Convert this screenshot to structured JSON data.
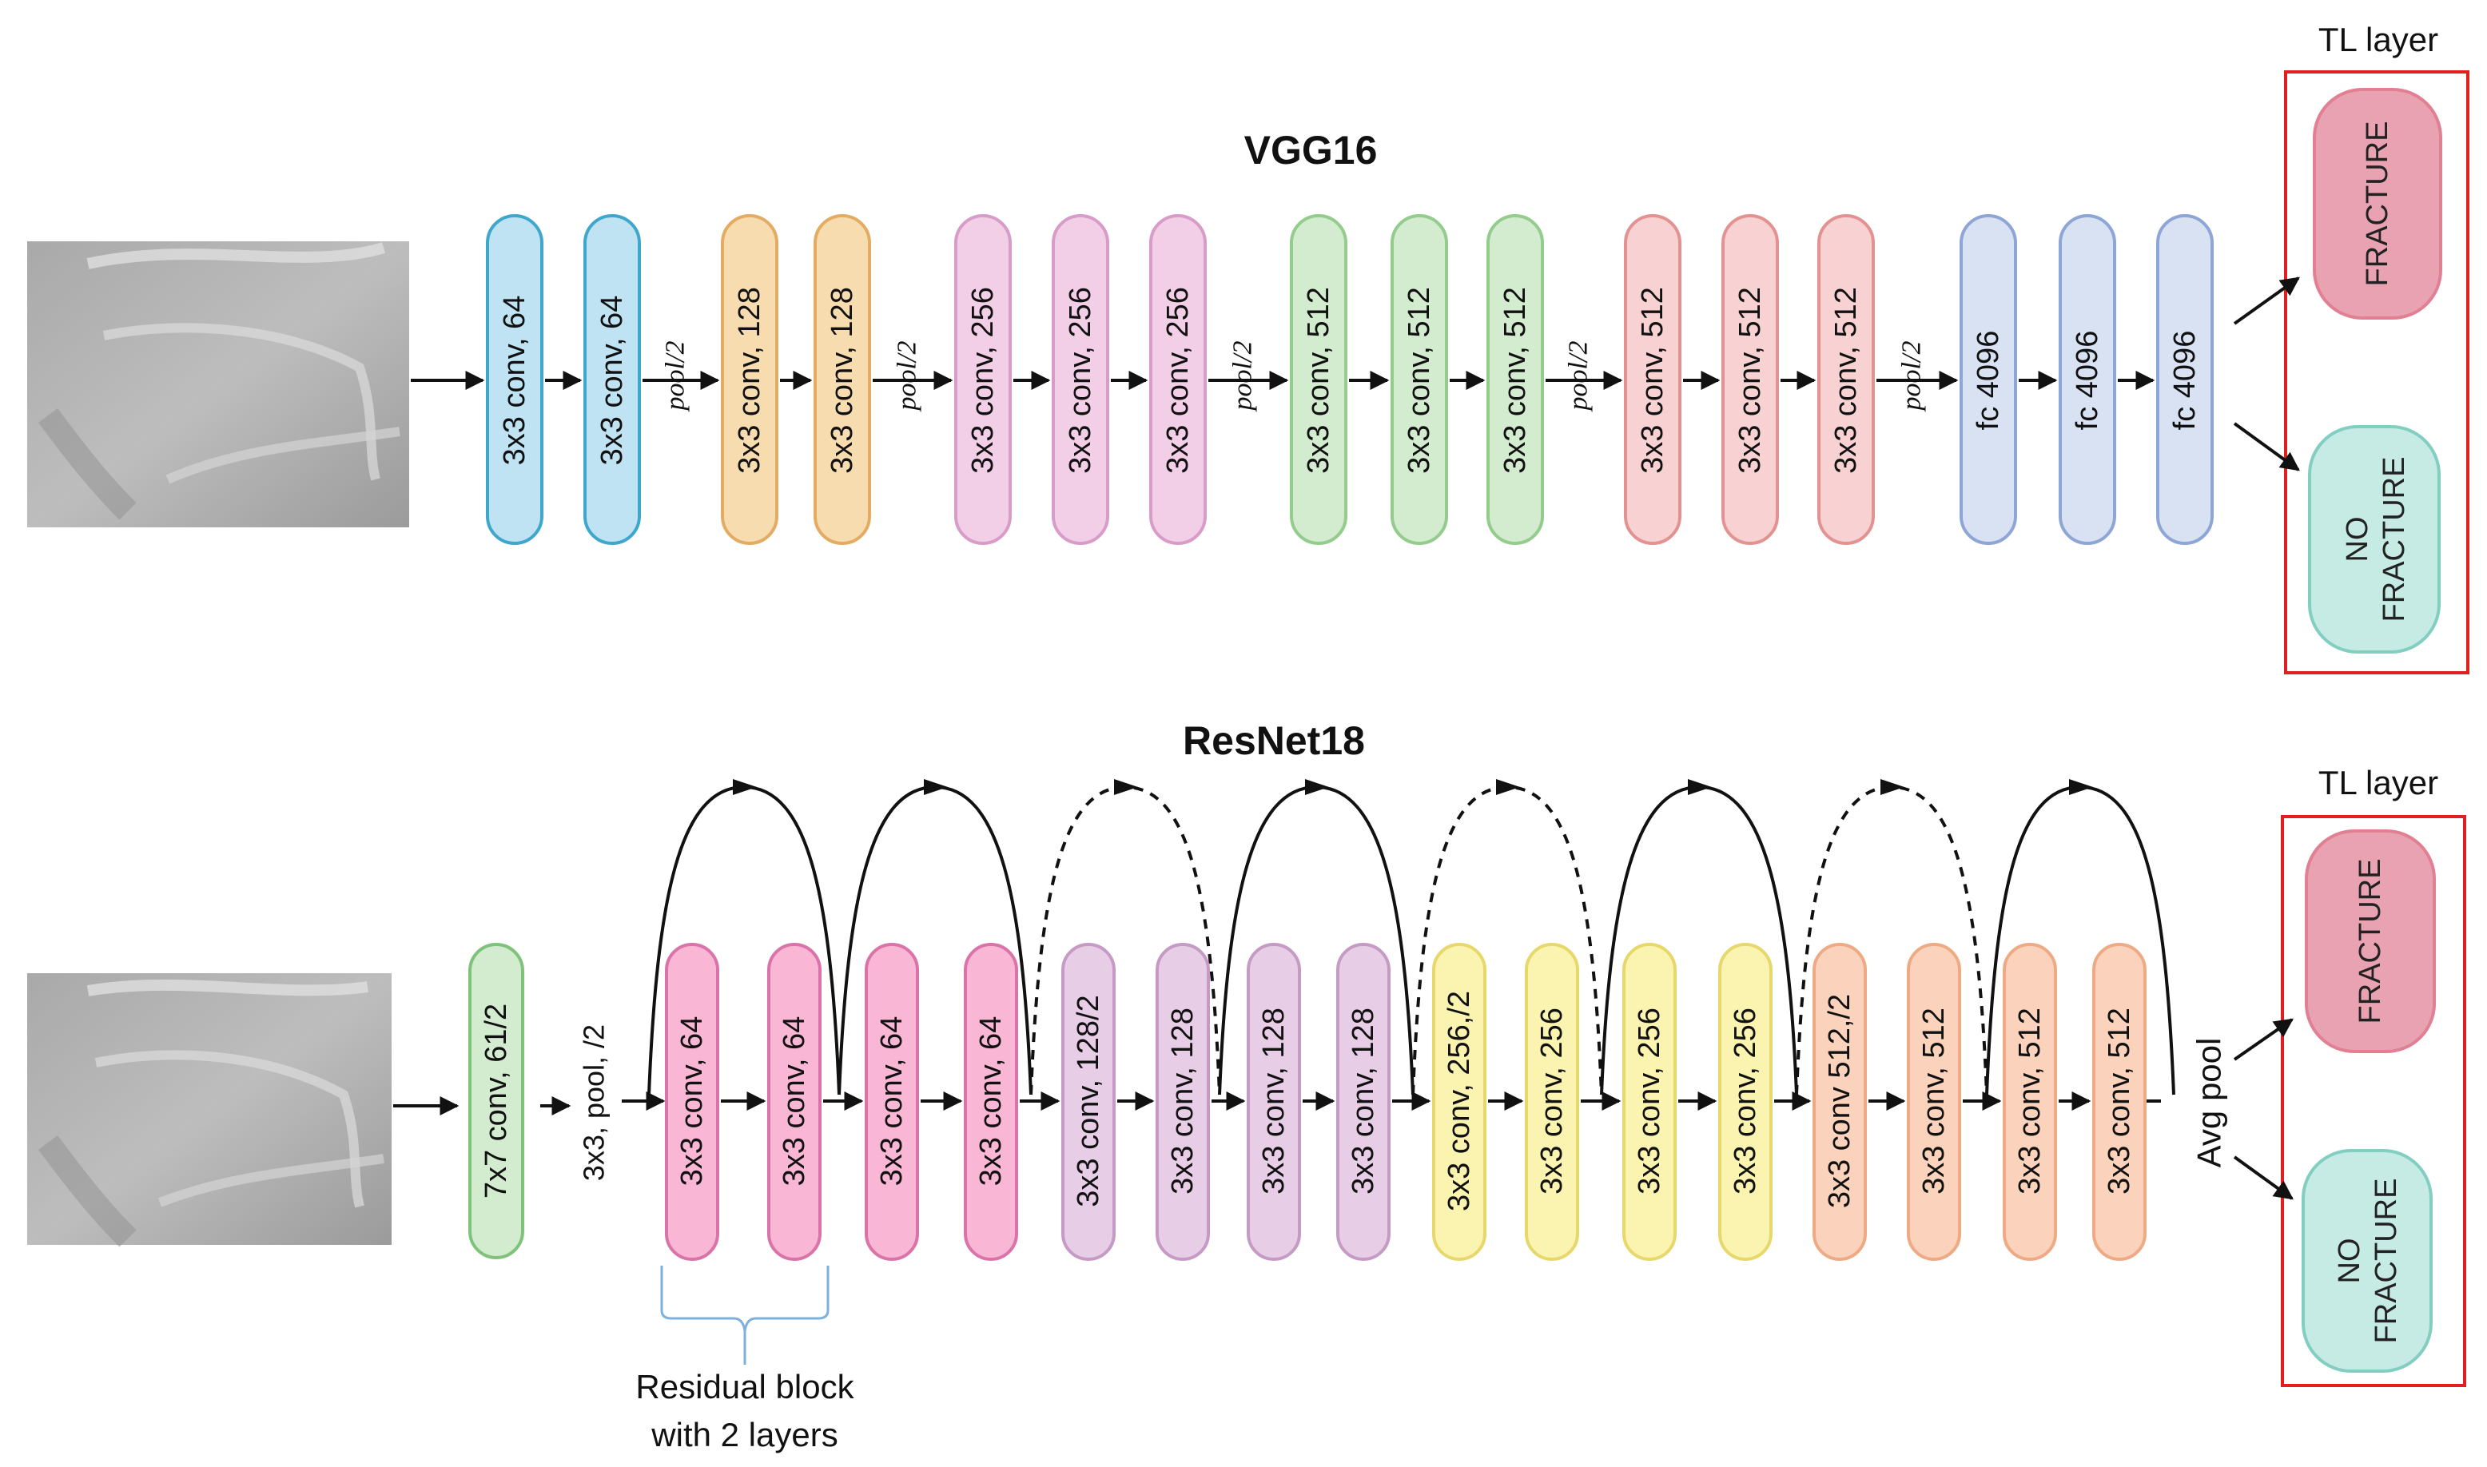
{
  "vgg": {
    "title": "VGG16",
    "tl_label": "TL layer",
    "layers": [
      {
        "label": "3x3 conv, 64",
        "fill": "#bfe3f3",
        "stroke": "#3fa6cc"
      },
      {
        "label": "3x3 conv, 64",
        "fill": "#bfe3f3",
        "stroke": "#3fa6cc"
      },
      {
        "label": "3x3 conv, 128",
        "fill": "#f7dcb0",
        "stroke": "#e3ac62"
      },
      {
        "label": "3x3 conv, 128",
        "fill": "#f7dcb0",
        "stroke": "#e3ac62"
      },
      {
        "label": "3x3 conv, 256",
        "fill": "#f3cfe7",
        "stroke": "#d89cc9"
      },
      {
        "label": "3x3 conv, 256",
        "fill": "#f3cfe7",
        "stroke": "#d89cc9"
      },
      {
        "label": "3x3 conv, 256",
        "fill": "#f3cfe7",
        "stroke": "#d89cc9"
      },
      {
        "label": "3x3 conv, 512",
        "fill": "#d3eccf",
        "stroke": "#93cc8c"
      },
      {
        "label": "3x3 conv, 512",
        "fill": "#d3eccf",
        "stroke": "#93cc8c"
      },
      {
        "label": "3x3 conv, 512",
        "fill": "#d3eccf",
        "stroke": "#93cc8c"
      },
      {
        "label": "3x3 conv, 512",
        "fill": "#f8d2d2",
        "stroke": "#e39292"
      },
      {
        "label": "3x3 conv, 512",
        "fill": "#f8d2d2",
        "stroke": "#e39292"
      },
      {
        "label": "3x3 conv, 512",
        "fill": "#f8d2d2",
        "stroke": "#e39292"
      },
      {
        "label": "fc 4096",
        "fill": "#d9e2f3",
        "stroke": "#8ea6d6"
      },
      {
        "label": "fc 4096",
        "fill": "#d9e2f3",
        "stroke": "#8ea6d6"
      },
      {
        "label": "fc 4096",
        "fill": "#d9e2f3",
        "stroke": "#8ea6d6"
      }
    ],
    "pool_label": "pool/2",
    "outputs": {
      "fracture": "FRACTURE",
      "no_fracture_1": "NO",
      "no_fracture_2": "FRACTURE"
    }
  },
  "resnet": {
    "title": "ResNet18",
    "tl_label": "TL layer",
    "first_layer": "7x7 conv, 61/2",
    "pool_label": "3x3, pool, /2",
    "layers": [
      {
        "label": "3x3 conv, 64",
        "fill": "#f9b7d5",
        "stroke": "#d973a8"
      },
      {
        "label": "3x3 conv, 64",
        "fill": "#f9b7d5",
        "stroke": "#d973a8"
      },
      {
        "label": "3x3 conv, 64",
        "fill": "#f9b7d5",
        "stroke": "#d973a8"
      },
      {
        "label": "3x3 conv, 64",
        "fill": "#f9b7d5",
        "stroke": "#d973a8"
      },
      {
        "label": "3x3 conv, 128/2",
        "fill": "#e7cde6",
        "stroke": "#c59ac4"
      },
      {
        "label": "3x3 conv, 128",
        "fill": "#e7cde6",
        "stroke": "#c59ac4"
      },
      {
        "label": "3x3 conv, 128",
        "fill": "#e7cde6",
        "stroke": "#c59ac4"
      },
      {
        "label": "3x3 conv, 128",
        "fill": "#e7cde6",
        "stroke": "#c59ac4"
      },
      {
        "label": "3x3 conv, 256,/2",
        "fill": "#fbf3b0",
        "stroke": "#e6d86a"
      },
      {
        "label": "3x3 conv, 256",
        "fill": "#fbf3b0",
        "stroke": "#e6d86a"
      },
      {
        "label": "3x3 conv, 256",
        "fill": "#fbf3b0",
        "stroke": "#e6d86a"
      },
      {
        "label": "3x3 conv, 256",
        "fill": "#fbf3b0",
        "stroke": "#e6d86a"
      },
      {
        "label": "3x3 conv 512,/2",
        "fill": "#fbd3bc",
        "stroke": "#eeaa84"
      },
      {
        "label": "3x3 conv, 512",
        "fill": "#fbd3bc",
        "stroke": "#eeaa84"
      },
      {
        "label": "3x3 conv, 512",
        "fill": "#fbd3bc",
        "stroke": "#eeaa84"
      },
      {
        "label": "3x3 conv, 512",
        "fill": "#fbd3bc",
        "stroke": "#eeaa84"
      }
    ],
    "avg_pool": "Avg pool",
    "residual_line1": "Residual block",
    "residual_line2": "with 2 layers",
    "outputs": {
      "fracture": "FRACTURE",
      "no_fracture_1": "NO",
      "no_fracture_2": "FRACTURE"
    }
  },
  "colors": {
    "first_layer_fill": "#d3eccf",
    "first_layer_stroke": "#7fc27a",
    "fracture_fill": "#e9a2b1",
    "fracture_stroke": "#e17f93",
    "no_fracture_fill": "#c5ebe4",
    "no_fracture_stroke": "#82cfc2",
    "tl_box": "#e02020",
    "brace": "#7fb1da"
  }
}
